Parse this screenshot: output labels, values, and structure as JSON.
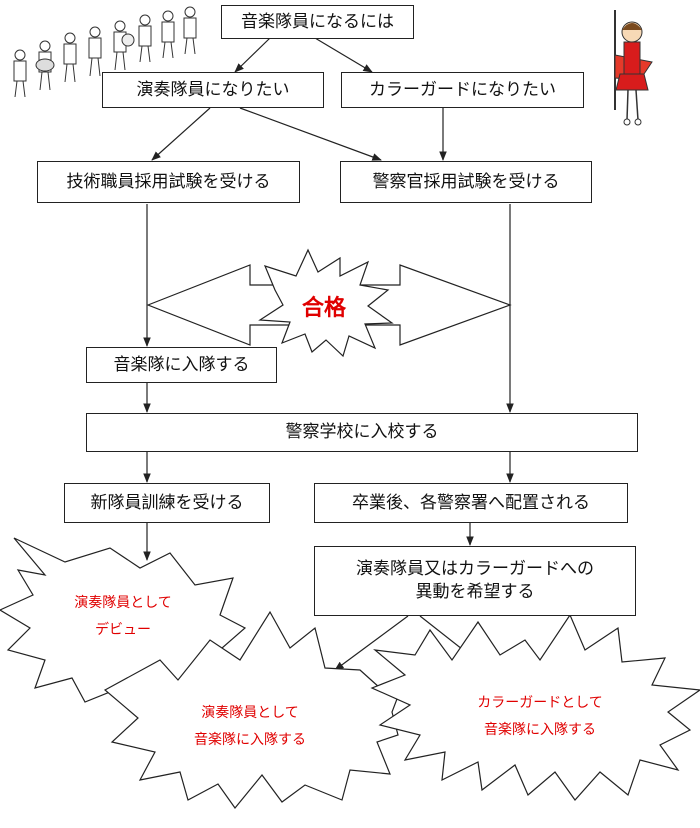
{
  "diagram": {
    "title": "音楽隊員になるには",
    "branch_band": "演奏隊員になりたい",
    "branch_guard": "カラーガードになりたい",
    "exam_technical": "技術職員採用試験を受ける",
    "exam_police": "警察官採用試験を受ける",
    "pass": "合格",
    "join_band": "音楽隊に入隊する",
    "police_school": "警察学校に入校する",
    "training": "新隊員訓練を受ける",
    "assignment": "卒業後、各警察署へ配置される",
    "transfer_line1": "演奏隊員又はカラーガードへの",
    "transfer_line2": "異動を希望する",
    "result_debut_line1": "演奏隊員として",
    "result_debut_line2": "デビュー",
    "result_band_line1": "演奏隊員として",
    "result_band_line2": "音楽隊に入隊する",
    "result_guard_line1": "カラーガードとして",
    "result_guard_line2": "音楽隊に入隊する"
  },
  "colors": {
    "line": "#222222",
    "highlight_text": "#e00000",
    "guard_uniform": "#d81c1c",
    "flag": "#e53a2a"
  },
  "icons": [
    "marching-band-illustration",
    "color-guard-illustration"
  ]
}
